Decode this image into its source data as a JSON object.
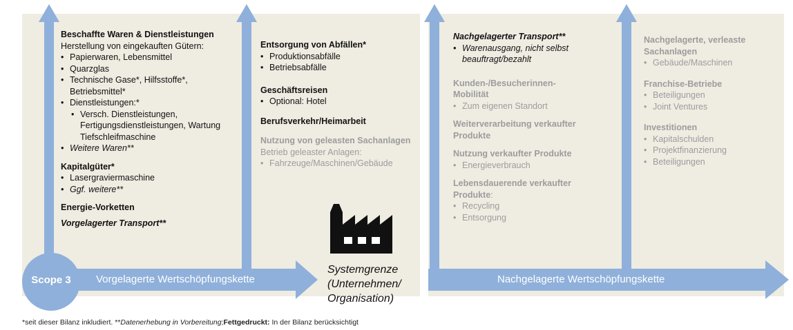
{
  "colors": {
    "panel": "#efece2",
    "arrow": "#8fb0da",
    "grey_text": "#9c9c9c"
  },
  "scope": {
    "label": "Scope 3"
  },
  "upstream_arrow": {
    "label": "Vorgelagerte Wertschöpfungskette"
  },
  "downstream_arrow": {
    "label": "Nachgelagerte Wertschöpfungskette"
  },
  "system_boundary": {
    "line1": "Systemgrenze",
    "line2": "(Unternehmen/",
    "line3": "Organisation)",
    "icon": "factory-icon"
  },
  "col1": {
    "h1": "Beschaffte Waren & Dienstleistungen",
    "sub1": "Herstellung von eingekauften Gütern:",
    "i1": "Papierwaren, Lebensmittel",
    "i2": "Quarzglas",
    "i3a": "Technische Gase*, Hilfsstoffe*,",
    "i3b": "Betriebsmittel*",
    "i4": "Dienstleistungen:*",
    "i4s1a": "Versch. Dienstleistungen,",
    "i4s1b": "Fertigungsdienstleistungen, Wartung",
    "i4s1c": "Tiefschleifmaschine",
    "i5": "Weitere Waren**",
    "h2": "Kapitalgüter*",
    "k1": "Lasergraviermaschine",
    "k2": "Ggf. weitere**",
    "h3": "Energie-Vorketten",
    "h4": "Vorgelagerter Transport**"
  },
  "col2": {
    "h1": "Entsorgung von Abfällen*",
    "a1": "Produktionsabfälle",
    "a2": "Betriebsabfälle",
    "h2": "Geschäftsreisen",
    "g1": "Optional: Hotel",
    "h3": "Berufsverkehr/Heimarbeit",
    "h4": "Nutzung von geleasten Sachanlagen",
    "sub4": "Betrieb geleaster Anlagen:",
    "n1": "Fahrzeuge/Maschinen/Gebäude"
  },
  "col3": {
    "h1": "Nachgelagerter Transport**",
    "t1a": "Warenausgang, nicht selbst",
    "t1b": "beauftragt/bezahlt",
    "h2a": "Kunden-/Besucherinnen-",
    "h2b": "Mobilität",
    "m1": "Zum eigenen Standort",
    "h3a": "Weiterverarbeitung verkaufter",
    "h3b": "Produkte",
    "h4": "Nutzung verkaufter Produkte",
    "u1": "Energieverbrauch",
    "h5a": "Lebensdauerende verkaufter",
    "h5b": "Produkte",
    "h5c": ":",
    "e1": "Recycling",
    "e2": "Entsorgung"
  },
  "col4": {
    "h1a": "Nachgelagerte, verleaste",
    "h1b": "Sachanlagen",
    "s1": "Gebäude/Maschinen",
    "h2": "Franchise-Betriebe",
    "f1": "Beteiligungen",
    "f2": "Joint Ventures",
    "h3": "Investitionen",
    "v1": "Kapitalschulden",
    "v2": "Projektfinanzierung",
    "v3": "Beteiligungen"
  },
  "footnote": {
    "part1": "*seit dieser Bilanz inkludiert. **",
    "part2": "Datenerhebung in Vorbereitung",
    "part3": ";",
    "part4": "Fettgedruckt:",
    "part5": " In der Bilanz berücksichtigt"
  }
}
